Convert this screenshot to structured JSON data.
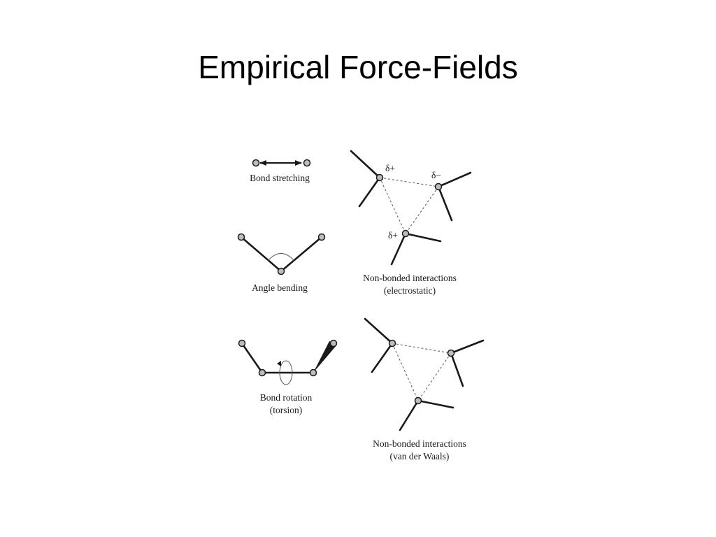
{
  "slide": {
    "title": "Empirical Force-Fields"
  },
  "diagram": {
    "bond_stretching": "Bond stretching",
    "angle_bending": "Angle bending",
    "bond_rotation": [
      "Bond rotation",
      "(torsion)"
    ],
    "electrostatic": {
      "caption": [
        "Non-bonded interactions",
        "(electrostatic)"
      ],
      "charges": [
        "δ+",
        "δ−",
        "δ+"
      ]
    },
    "van_der_waals": {
      "caption": [
        "Non-bonded interactions",
        "(van der Waals)"
      ]
    }
  }
}
